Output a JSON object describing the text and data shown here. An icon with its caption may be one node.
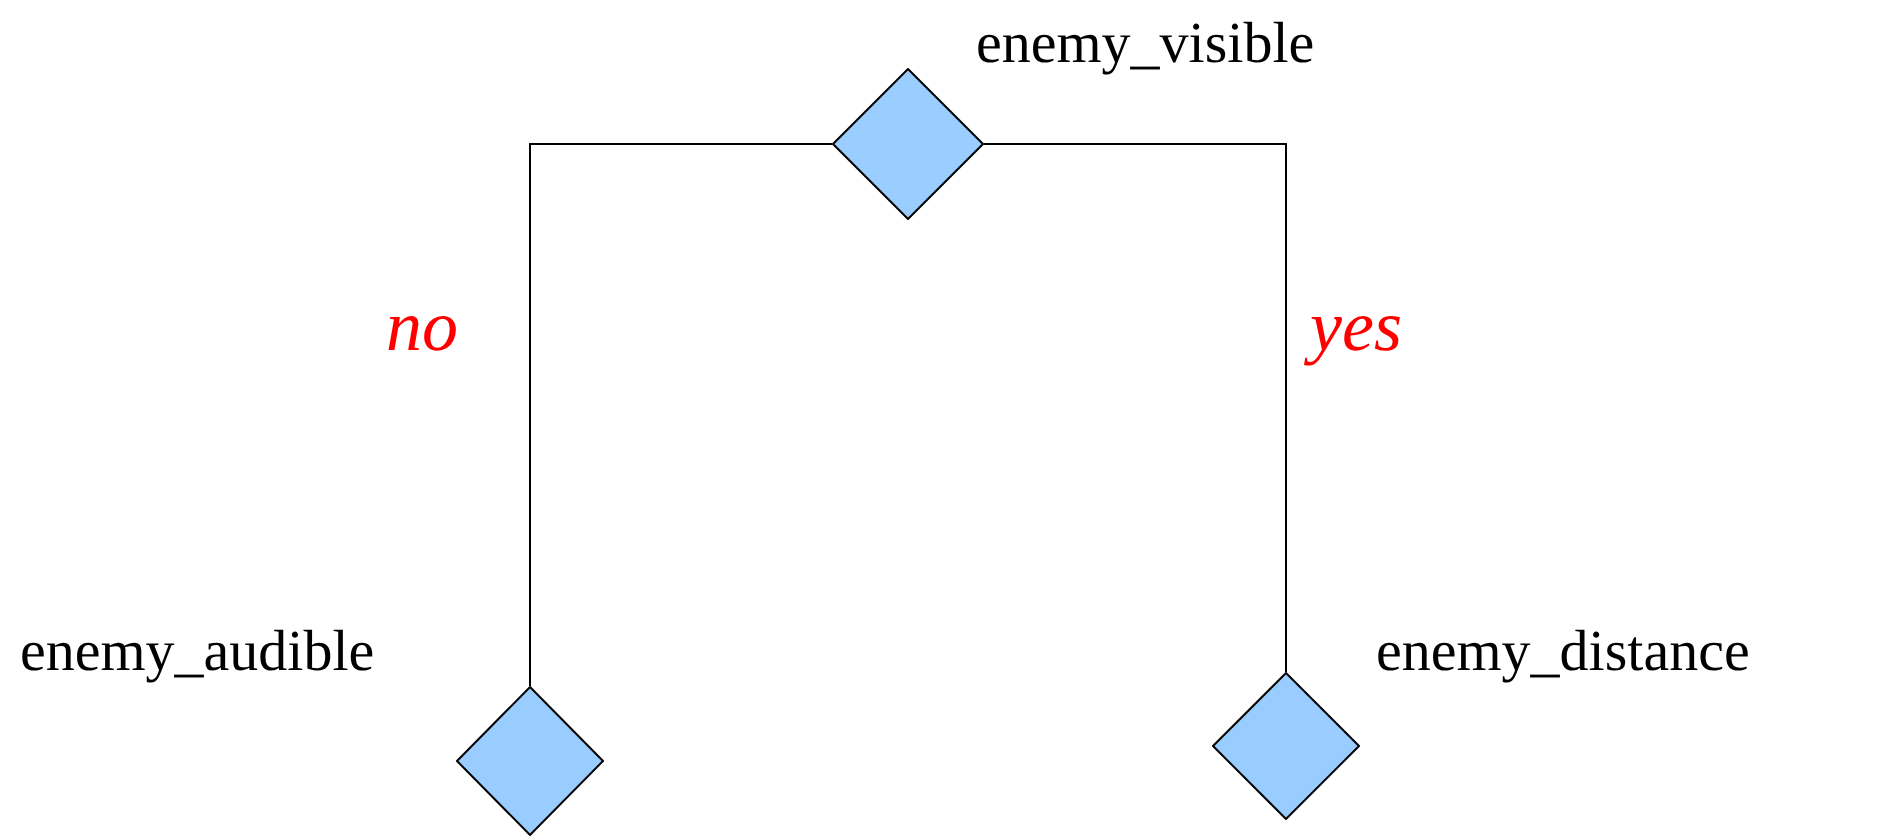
{
  "diagram": {
    "nodes": [
      {
        "text": [],
        "shape": "diamond",
        "beside": [
          "enemy_visible"
        ]
      },
      {
        "text": [],
        "shape": "diamond",
        "beside": [
          "enemy_audible"
        ]
      },
      {
        "text": [],
        "shape": "diamond",
        "beside": [
          "enemy_distance"
        ]
      }
    ],
    "edges": [
      {
        "from": 0,
        "to": 1,
        "arrow": "none",
        "label": "no"
      },
      {
        "from": 0,
        "to": 2,
        "arrow": "none",
        "label": "yes"
      }
    ]
  }
}
